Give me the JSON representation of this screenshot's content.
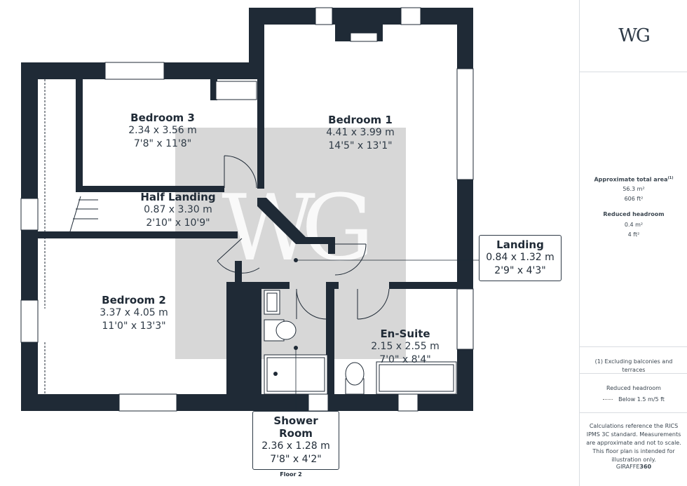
{
  "rooms": {
    "bedroom1": {
      "name": "Bedroom 1",
      "metric": "4.41 x 3.99 m",
      "imperial": "14'5\" x 13'1\""
    },
    "bedroom2": {
      "name": "Bedroom 2",
      "metric": "3.37 x 4.05 m",
      "imperial": "11'0\" x 13'3\""
    },
    "bedroom3": {
      "name": "Bedroom 3",
      "metric": "2.34 x 3.56 m",
      "imperial": "7'8\" x 11'8\""
    },
    "half_landing": {
      "name": "Half Landing",
      "metric": "0.87 x 3.30 m",
      "imperial": "2'10\" x 10'9\""
    },
    "landing": {
      "name": "Landing",
      "metric": "0.84 x 1.32 m",
      "imperial": "2'9\" x 4'3\""
    },
    "ensuite": {
      "name": "En-Suite",
      "metric": "2.15 x 2.55 m",
      "imperial": "7'0\" x 8'4\""
    },
    "shower_room": {
      "name": "Shower Room",
      "metric": "2.36 x 1.28 m",
      "imperial": "7'8\" x 4'2\""
    }
  },
  "floor_label": "Floor 2",
  "watermark": "WG",
  "panel": {
    "logo": "WG",
    "total_area_title": "Approximate total area",
    "total_area_sup": "(1)",
    "total_area_m2": "56.3 m²",
    "total_area_ft2": "606 ft²",
    "reduced_title": "Reduced headroom",
    "reduced_m2": "0.4 m²",
    "reduced_ft2": "4 ft²",
    "footnote": "(1) Excluding balconies and terraces",
    "legend_title": "Reduced headroom",
    "legend_item": "Below 1.5 m/5 ft",
    "disclaimer": "Calculations reference the RICS IPMS 3C standard. Measurements are approximate and not to scale. This floor plan is intended for illustration only.",
    "brand_a": "GIRAFFE",
    "brand_b": "360"
  },
  "colors": {
    "wall": "#1f2a36",
    "watermark_bg": "#c9c9c9",
    "text": "#1f2a36"
  }
}
